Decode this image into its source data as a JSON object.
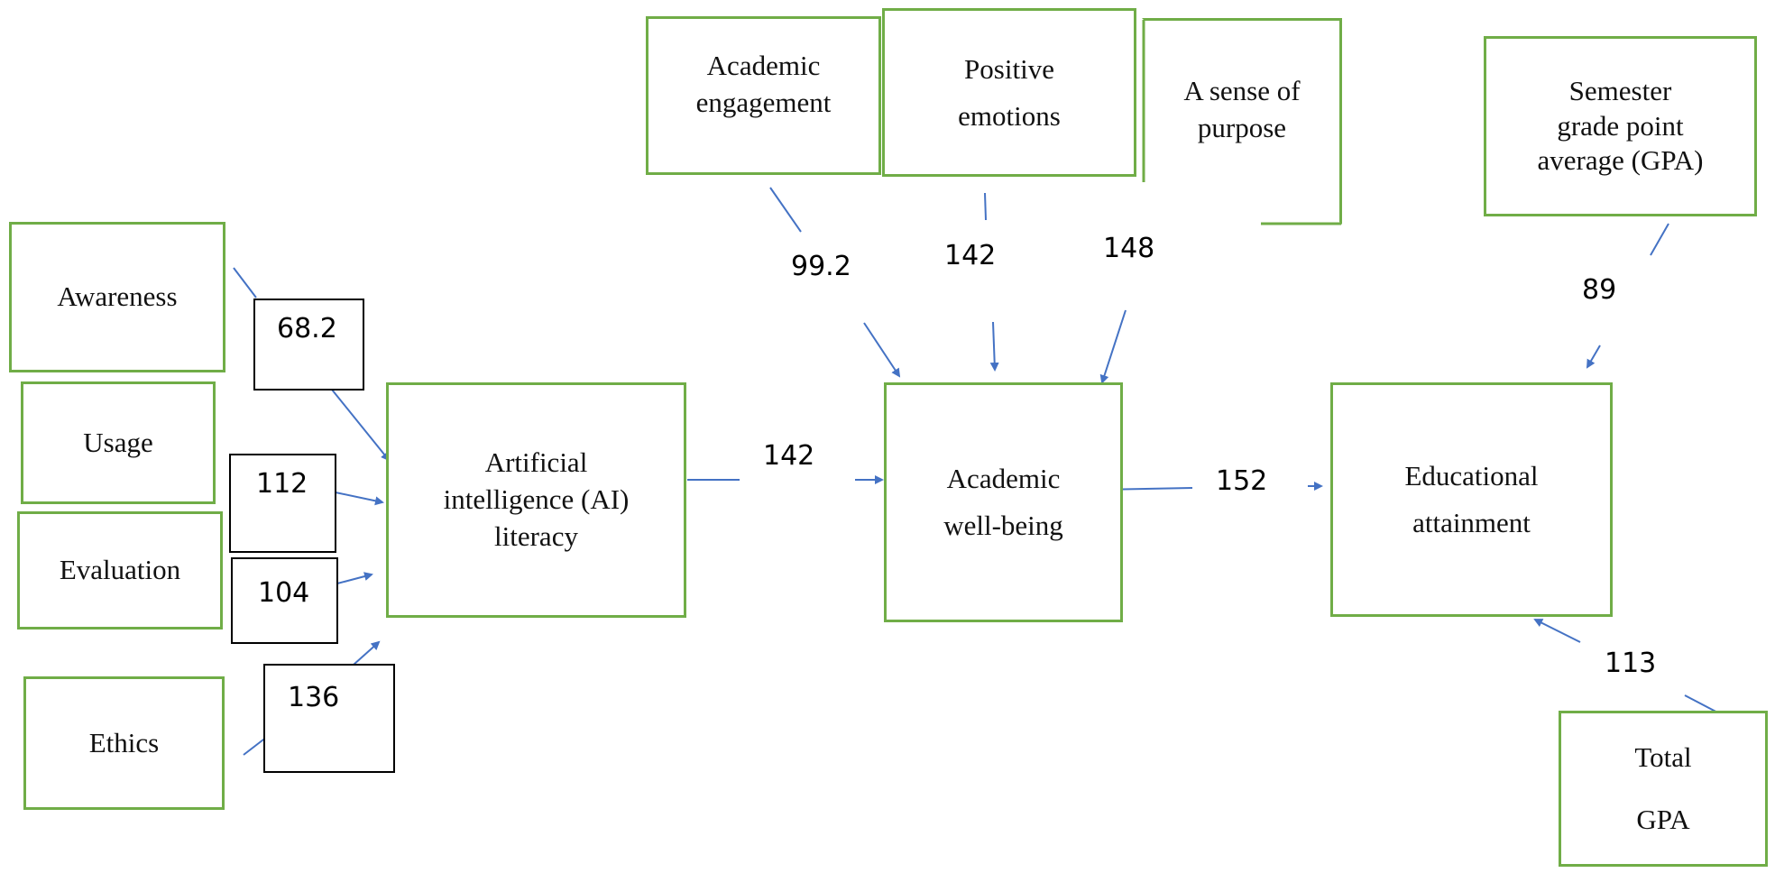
{
  "colors": {
    "box_border": "#70AD47",
    "arrow": "#4472C4",
    "label_box_border": "#000000"
  },
  "nodes": {
    "awareness": [
      "Awareness"
    ],
    "usage": [
      "Usage"
    ],
    "evaluation": [
      "Evaluation"
    ],
    "ethics": [
      "Ethics"
    ],
    "ai_literacy": [
      "Artificial",
      "intelligence (AI)",
      "literacy"
    ],
    "academic_engagement": [
      "Academic",
      "engagement"
    ],
    "positive_emotions": [
      "Positive",
      "emotions"
    ],
    "sense_of_purpose": [
      "A sense  of",
      "purpose"
    ],
    "academic_wellbeing": [
      "Academic",
      "well-being"
    ],
    "semester_gpa": [
      "Semester",
      "grade point",
      "average (GPA)"
    ],
    "educational_attainment": [
      "Educational",
      "attainment"
    ],
    "total_gpa": [
      "Total",
      "GPA"
    ]
  },
  "edges": {
    "awareness_to_ai": "68.2",
    "usage_to_ai": "112",
    "evaluation_to_ai": "104",
    "ethics_to_ai": "136",
    "ai_to_wellbeing": "142",
    "engagement_to_wellbeing": "99.2",
    "emotions_to_wellbeing": "142",
    "purpose_to_wellbeing": "148",
    "wellbeing_to_attainment": "152",
    "semester_gpa_to_attainment": "89",
    "total_gpa_to_attainment": "113"
  }
}
